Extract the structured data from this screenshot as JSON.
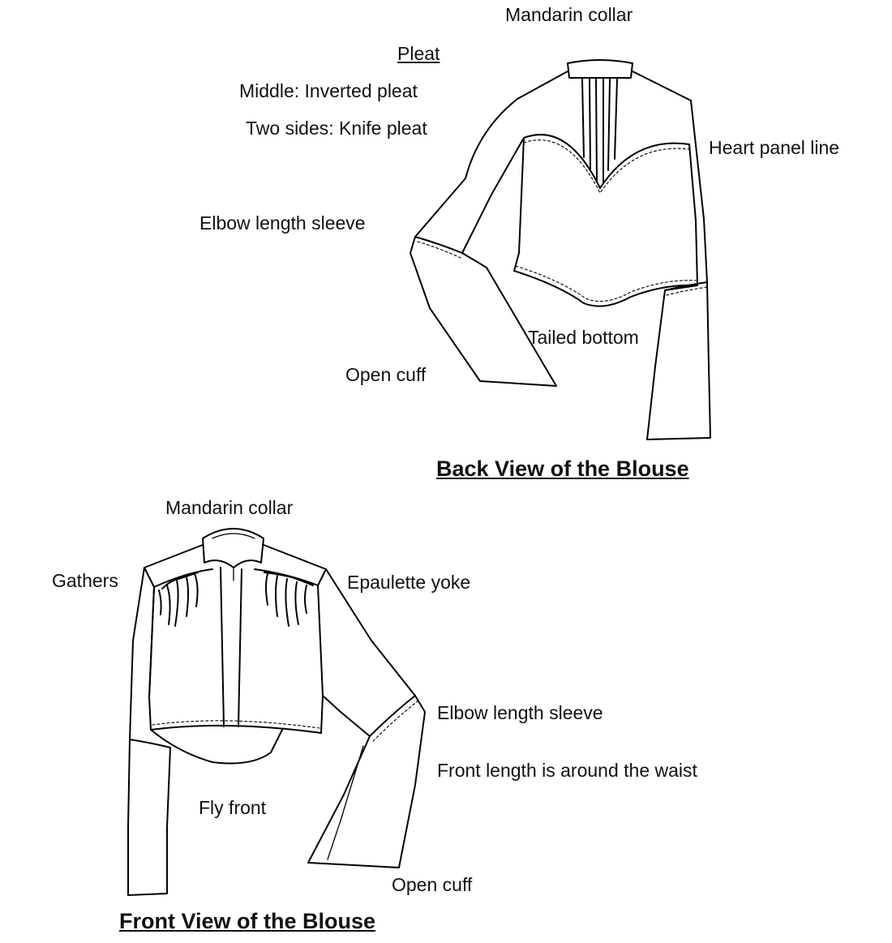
{
  "back": {
    "title": "Back View of the Blouse",
    "labels": {
      "mandarin_collar": "Mandarin collar",
      "pleat_heading": "Pleat",
      "middle_pleat": "Middle: Inverted pleat",
      "side_pleat": "Two sides: Knife pleat",
      "heart_panel_line": "Heart panel line",
      "elbow_sleeve": "Elbow length sleeve",
      "tailed_bottom": "Tailed bottom",
      "open_cuff": "Open cuff"
    }
  },
  "front": {
    "title": "Front View of the Blouse",
    "labels": {
      "mandarin_collar": "Mandarin collar",
      "gathers": "Gathers",
      "epaulette_yoke": "Epaulette yoke",
      "elbow_sleeve": "Elbow length sleeve",
      "front_length": "Front length is around the waist",
      "fly_front": "Fly front",
      "open_cuff": "Open cuff"
    }
  }
}
